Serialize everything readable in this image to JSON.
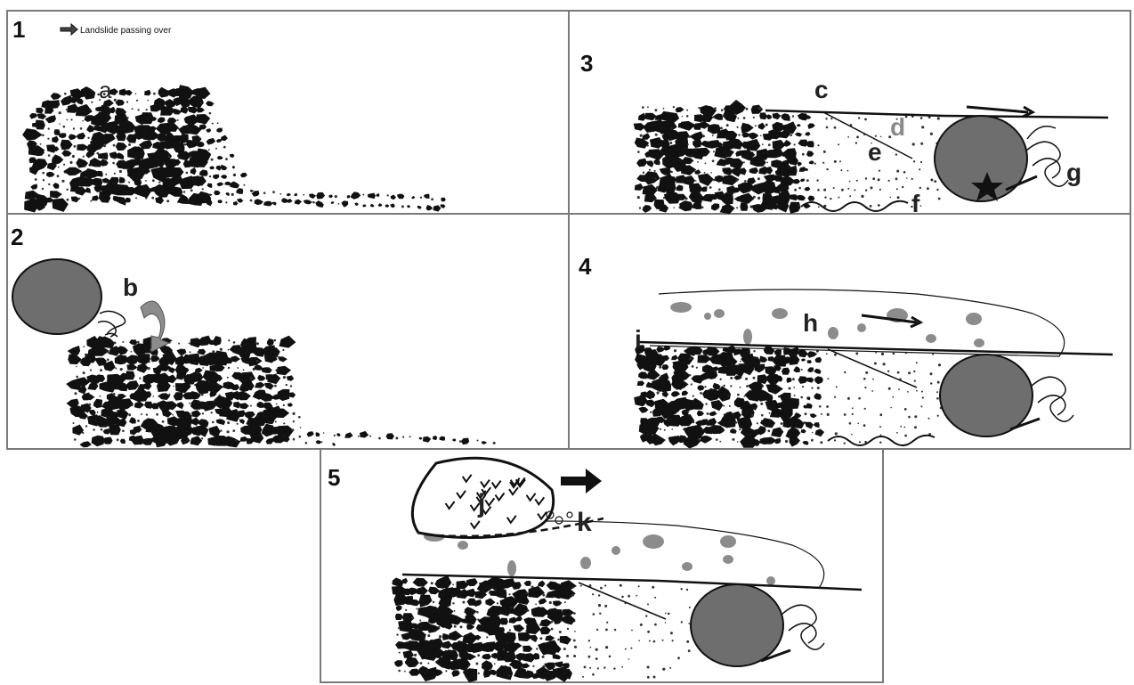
{
  "legend": {
    "text": "Landslide passing over",
    "icon": "arrow-icon"
  },
  "panels": [
    {
      "number": "1",
      "letters": [
        "a"
      ]
    },
    {
      "number": "2",
      "letters": [
        "b"
      ]
    },
    {
      "number": "3",
      "letters": [
        "c",
        "d",
        "e",
        "f",
        "g"
      ]
    },
    {
      "number": "4",
      "letters": [
        "h",
        "i"
      ]
    },
    {
      "number": "5",
      "letters": [
        "j",
        "k"
      ]
    }
  ],
  "colors": {
    "clast": "#111111",
    "boulder": "#6e6e6e",
    "grey_clast": "#8c8c8c",
    "frame": "#7a7a7a"
  }
}
